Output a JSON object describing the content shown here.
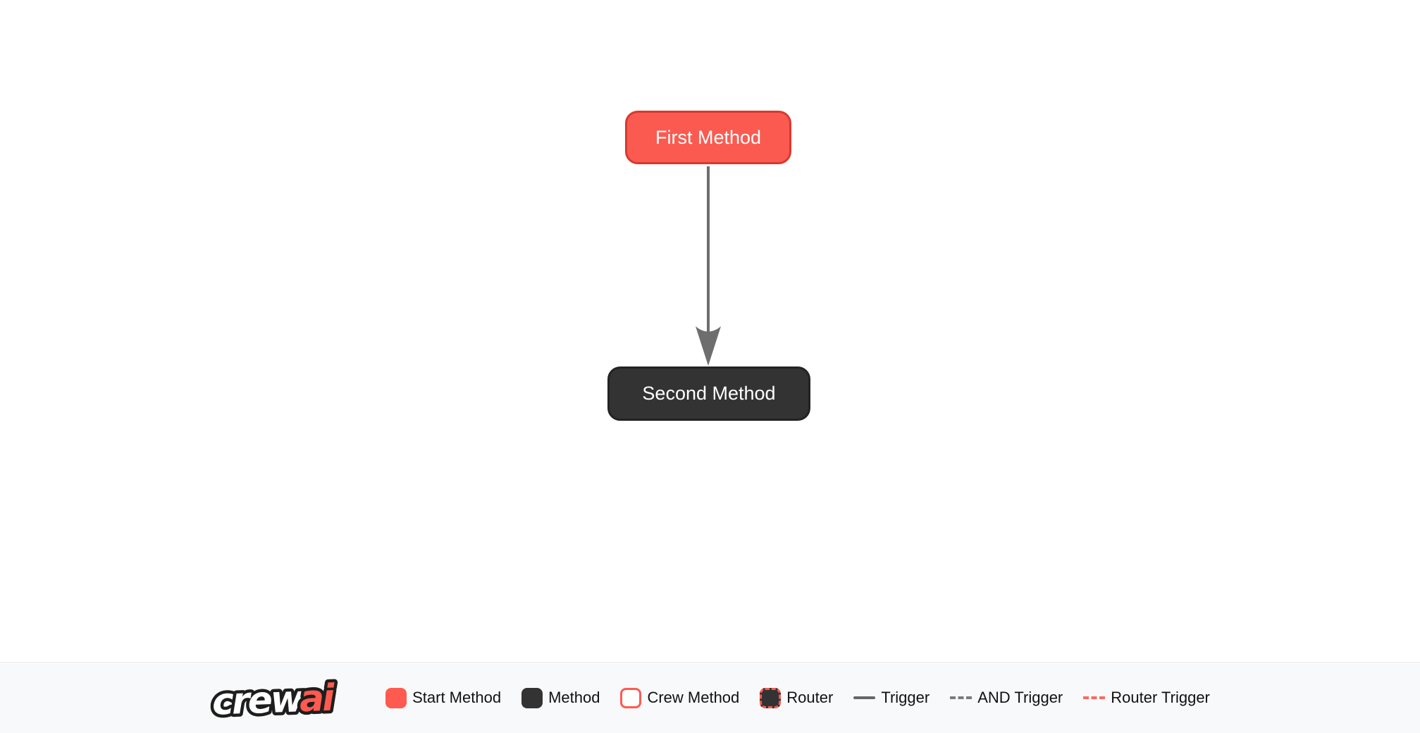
{
  "diagram": {
    "nodes": [
      {
        "id": "first_method",
        "label": "First Method",
        "type": "start-method"
      },
      {
        "id": "second_method",
        "label": "Second Method",
        "type": "method"
      }
    ],
    "edges": [
      {
        "from": "first_method",
        "to": "second_method",
        "type": "trigger"
      }
    ]
  },
  "legend": {
    "logo_crew": "crew",
    "logo_ai": "ai",
    "items": [
      {
        "label": "Start Method",
        "swatch": "start-method-swatch"
      },
      {
        "label": "Method",
        "swatch": "method-swatch"
      },
      {
        "label": "Crew Method",
        "swatch": "crew-method-swatch"
      },
      {
        "label": "Router",
        "swatch": "router-swatch"
      },
      {
        "label": "Trigger",
        "swatch": "trigger-line"
      },
      {
        "label": "AND Trigger",
        "swatch": "and-trigger-line"
      },
      {
        "label": "Router Trigger",
        "swatch": "router-trigger-line"
      }
    ]
  },
  "colors": {
    "start_method": "#FF5A50",
    "start_method_border": "#D8392F",
    "method": "#333333",
    "node_text": "#FFFFFF",
    "edge": "#6E6E6E",
    "and_trigger": "#7B7B7B",
    "router_trigger": "#FB6A60",
    "legend_background": "#F8F9FA",
    "legend_text": "#111111"
  }
}
